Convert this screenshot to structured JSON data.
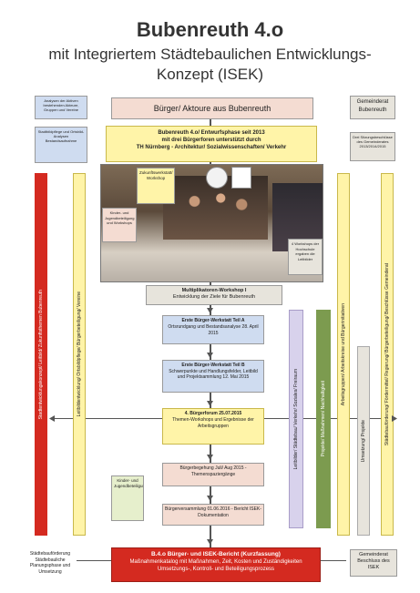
{
  "header": {
    "title": "Bubenreuth 4.o",
    "subtitle_line1": "mit Integriertem Städtebaulichen Entwicklungs-",
    "subtitle_line2": "Konzept (ISEK)"
  },
  "boxes": {
    "buerger": "Bürger/ Aktoure aus Bubenreuth",
    "gemeinderat": "Gemeinderat Bubenreuth",
    "left_top": "Analysen der Aktiven bestehenden Akteure, Gruppen und Vereine",
    "left_second": "Stadtbildpflege und Ortsbild-Analysen Bestandsaufnahme",
    "right_dates": "Drei Sitzungsbeschlüsse des Gemeinderates 2013/2014/2015",
    "entwurf_line1": "Bubenreuth 4.o/ Entwurfsphase seit 2013",
    "entwurf_line2": "mit drei Bürgerforen unterstützt durch",
    "entwurf_line3": "TH Nürnberg - Architektur/ Sozialwissenschaften/ Verkehr",
    "workshop": "Zukunftswerkstatt/ Workshop",
    "jugend": "Kinder- und Jugendbeteiligung und Workshops",
    "ergebnisse": "4 Workshops der Hochschule ergaben die Leitbilder",
    "multiplikatoren_line1": "Multiplikatoren-Workshop I",
    "multiplikatoren_line2": "Entwicklung der Ziele für Bubenreuth",
    "ws_a_title": "Erste Bürger-Werkstatt Teil A",
    "ws_a_text": "Ortsrundgang und Bestandsanalyse 28. April 2015",
    "ws_b_title": "Erste Bürger-Werkstatt Teil B",
    "ws_b_text": "Schwerpunkte und Handlungsfelder, Leitbild und Projektsammlung 12. Mai 2015",
    "forum4_title": "4. Bürgerforum 25.07.2015",
    "forum4_text": "Themen-Workshops und Ergebnisse der Arbeitsgruppen",
    "begehung": "Bürgerbegehung Juli/ Aug 2015 - Themenspaziergänge",
    "versammlung": "Bürgerversammlung 01.06.2016 - Bericht ISEK-Dokumentation",
    "kinder_left": "Kinder- und Jugendbeteiligung",
    "bottom_red_title": "B.4.o Bürger- und ISEK-Bericht (Kurzfassung)",
    "bottom_red_line2": "Maßnahmenkatalog mit Maßnahmen, Zeit, Kosten und Zuständigkeiten",
    "bottom_red_line3": "Umsetzungs-, Kontroll- und Beteiligungsprozess",
    "stadt_bottom": "Städtebauförderung Städtebauliche Planungsphase und Umsetzung",
    "gemeinde_bottom": "Gemeinderat Beschluss des ISEK"
  },
  "vertical_labels": {
    "red_left": "Stadtentwicklungskonzept/ Leitbild/ Zukunftsthemen Bubenreuth",
    "yellow_left": "Leitbildentwicklung/ Ortsbildpflege/ Bürgerbeteiligung/ Vereine",
    "lilac": "Leitbilder/ Städtebau/ Verkehr/ Soziales/ Freiraum",
    "green": "Projekte/ Maßnahmen/ Nachhaltigkeit",
    "yellow_right1": "Arbeitsgruppen/ Arbeitskreise und Bürgerinitiativen",
    "right_gray": "Umsetzung/ Projekte",
    "yellow_right2": "Städtebauförderung/ Fördermittel/ Regierung/ Bürgerbeteiligung/ Beschlüsse Gemeinderat"
  },
  "colors": {
    "pink": "#f4dcd2",
    "yellow": "#fff4a8",
    "gray": "#e7e4dc",
    "blue": "#cfdcf0",
    "red": "#d42a20",
    "green": "#7c9b4f",
    "lilac": "#d8d2ec"
  }
}
